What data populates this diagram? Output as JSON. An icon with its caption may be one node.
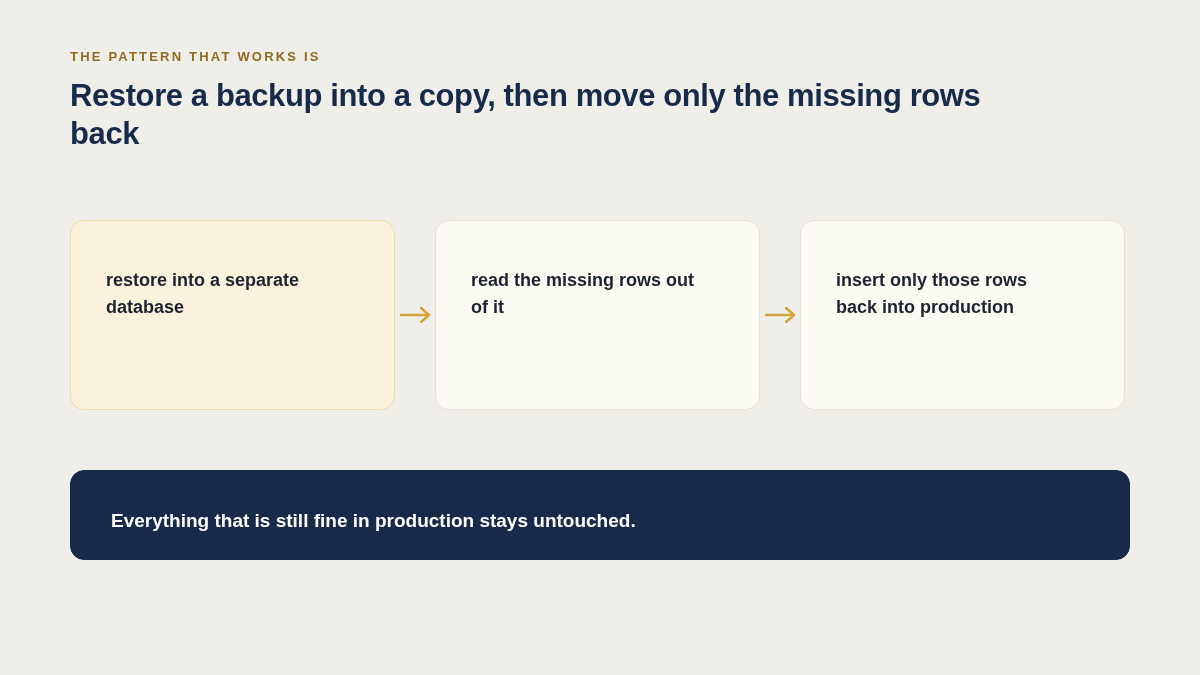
{
  "diagram": {
    "title": "Restore a backup into a copy, then move only the missing rows back",
    "nodes": [
      {
        "text": [
          "restore into a separate database"
        ]
      },
      {
        "text": [
          "read the missing rows out of it"
        ]
      },
      {
        "text": [
          "insert only those rows back into production"
        ]
      },
      {
        "text": [
          "Everything that is still fine in production stays untouched."
        ]
      }
    ],
    "edges": [
      {
        "from": 0,
        "to": 1,
        "arrow": "to"
      },
      {
        "from": 1,
        "to": 2,
        "arrow": "to"
      }
    ],
    "labels": [
      "THE PATTERN THAT WORKS IS"
    ]
  }
}
